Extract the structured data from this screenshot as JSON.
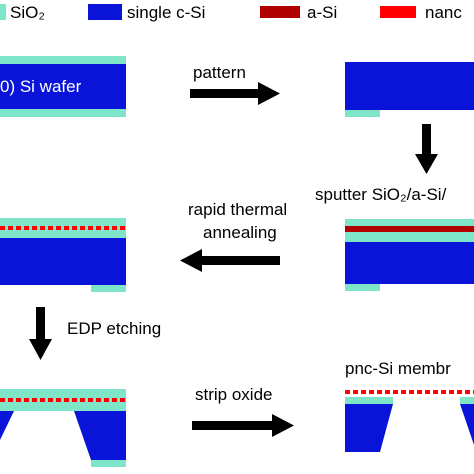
{
  "legend": {
    "items": [
      {
        "label": "SiO₂",
        "color": "#7FE5C8"
      },
      {
        "label": "single c-Si",
        "color": "#0A14D8"
      },
      {
        "label": "a-Si",
        "color": "#B00000"
      },
      {
        "label": "nanc",
        "color": "#FF0000"
      }
    ]
  },
  "steps": {
    "wafer_label": "0) Si wafer",
    "pattern": "pattern",
    "sputter": "sputter SiO₂/a-Si/",
    "rapid_line1": "rapid thermal",
    "rapid_line2": "annealing",
    "edp": "EDP etching",
    "strip": "strip oxide",
    "membrane": "pnc-Si membr"
  },
  "colors": {
    "oxide": "#7FE5C8",
    "silicon": "#0A14D8",
    "asi": "#B00000",
    "nano": "#FF0000",
    "arrow": "#000000",
    "wafer_text": "#FFFFFF"
  }
}
